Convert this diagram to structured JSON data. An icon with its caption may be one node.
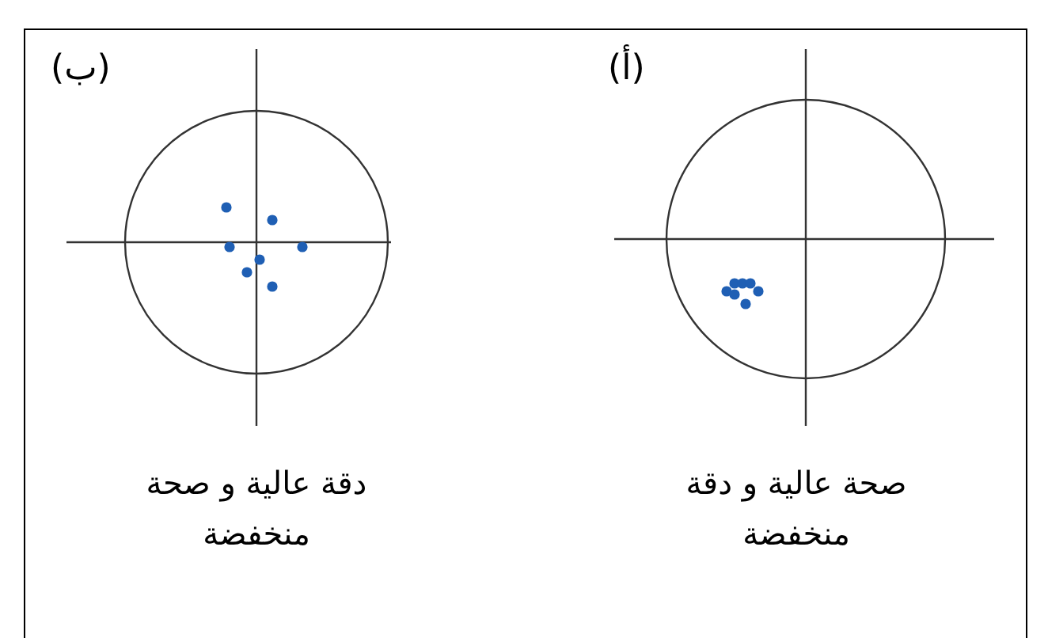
{
  "diagram": {
    "labels": [
      "(ب)",
      "دقة عالية و صحة منخفضة",
      "(أ)",
      "صحة عالية و دقة منخفضة"
    ]
  }
}
